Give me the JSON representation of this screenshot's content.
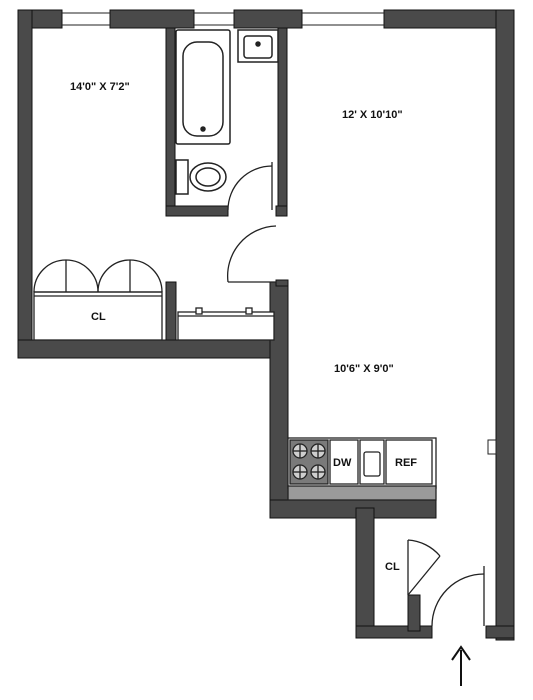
{
  "floor_plan": {
    "rooms": {
      "bedroom": {
        "dimensions": "14'0\" X 7'2\""
      },
      "living_room": {
        "dimensions": "12' X 10'10\""
      },
      "dining_area": {
        "dimensions": "10'6\" X 9'0\""
      }
    },
    "closets": {
      "bedroom_closet": {
        "label": "CL"
      },
      "entry_closet": {
        "label": "CL"
      }
    },
    "appliances": {
      "dishwasher": {
        "label": "DW"
      },
      "refrigerator": {
        "label": "REF"
      }
    },
    "entrance": {
      "arrow_icon": "up-arrow-icon"
    },
    "colors": {
      "wall": "#4a4a4a",
      "wall_outline": "#111111",
      "line": "#222222"
    }
  }
}
